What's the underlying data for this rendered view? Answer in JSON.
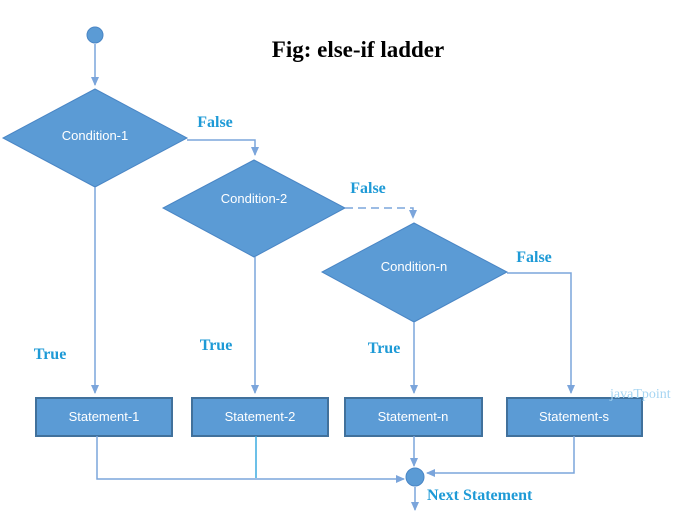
{
  "title": "Fig: else-if ladder",
  "watermark": "javaTpoint",
  "colors": {
    "background": "#ffffff",
    "shape-fill": "#5b9bd5",
    "shape-stroke": "#4a86c5",
    "box-border": "#41719c",
    "shape-text": "#ffffff",
    "connector": "#7ba5db",
    "connector-bright": "#3aaae1",
    "label": "#1e9ad6",
    "title-color": "#000000",
    "watermark-color": "#a6d5f2"
  },
  "flowchart": {
    "conditions": [
      {
        "label": "Condition-1"
      },
      {
        "label": "Condition-2"
      },
      {
        "label": "Condition-n"
      }
    ],
    "statements": [
      {
        "label": "Statement-1"
      },
      {
        "label": "Statement-2"
      },
      {
        "label": "Statement-n"
      },
      {
        "label": "Statement-s"
      }
    ],
    "branch_labels": {
      "false1": "False",
      "false2": "False",
      "false3": "False",
      "true1": "True",
      "true2": "True",
      "true3": "True"
    },
    "next_statement_label": "Next Statement"
  }
}
